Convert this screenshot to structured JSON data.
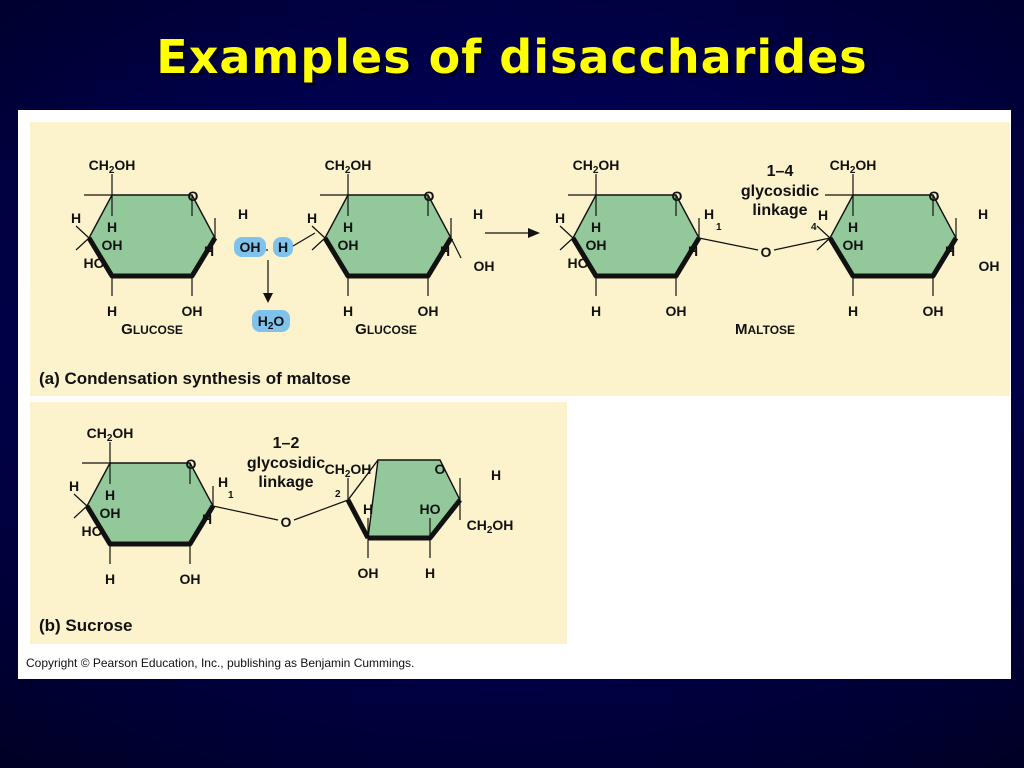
{
  "title": "Examples of disaccharides",
  "panel_a": {
    "caption": "(a) Condensation synthesis of maltose",
    "glucose_label": "Glucose",
    "maltose_label": "Maltose",
    "water": "H2O",
    "linkage": {
      "line1": "1–4",
      "line2": "glycosidic",
      "line3": "linkage"
    },
    "carbon_numbers": [
      "1",
      "4"
    ]
  },
  "panel_b": {
    "caption": "(b) Sucrose",
    "linkage": {
      "line1": "1–2",
      "line2": "glycosidic",
      "line3": "linkage"
    },
    "carbon_numbers": [
      "1",
      "2"
    ]
  },
  "atoms": {
    "ch2oh": "CH2OH",
    "o": "O",
    "h": "H",
    "oh": "OH",
    "ho": "HO"
  },
  "copyright": "Copyright © Pearson Education, Inc., publishing as Benjamin Cummings.",
  "colors": {
    "ring_fill": "#93c99a",
    "panel_bg": "#fcf3cc",
    "highlight": "#7fc3ec",
    "title": "#ffff00"
  }
}
